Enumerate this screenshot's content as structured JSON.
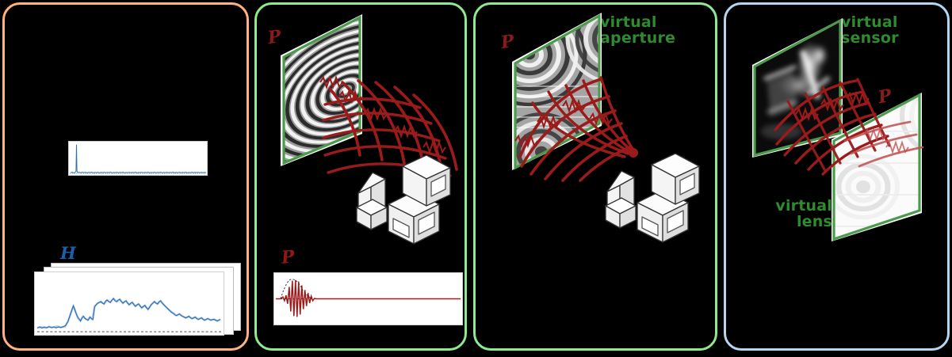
{
  "figure": {
    "title": "Phasor-field virtual wave NLOS imaging pipeline",
    "background": "#000000",
    "panel_border_colors": {
      "panel_1": "#FFB27F",
      "panel_2": "#8FE98F",
      "panel_3": "#8FE98F",
      "panel_4": "#B4D6F2"
    },
    "accent_colors": {
      "impulse_blue": "#1A5FA8",
      "phasor_red": "#8B1A1A",
      "virtual_green": "#2E8B2E",
      "plane_border_green": "#4C9A4C",
      "scene_gray": "#E8E8E8"
    }
  },
  "panel_1": {
    "name": "captured-transients",
    "impulse_label": "",
    "impulse_plot": {
      "caption": "",
      "spike_position_frac": 0.055,
      "spike_height_frac": 0.86,
      "baseline_noise": true
    },
    "stack_label": "H",
    "stack_label_meaning": "measured impulse response transients",
    "stack_count": 3,
    "histogram_caption": ""
  },
  "panel_2": {
    "name": "phasor-field-illumination",
    "plane_label": "P",
    "plane_label_meaning": "phasor field at the relay wall",
    "plane_pattern": "concentric-elliptical-fresnel-fringes",
    "waveform_label": "P",
    "waveform_caption": "",
    "waveform_type": "gabor-wavelet-packet",
    "scene_objects": [
      "chair",
      "shelf"
    ],
    "wave_direction": "diverging"
  },
  "panel_3": {
    "name": "virtual-aperture-focusing",
    "plane_label": "P",
    "annotation": "virtual\naperture",
    "annotation_line_1": "virtual",
    "annotation_line_2": "aperture",
    "plane_pattern": "multi-source-interference-fringes",
    "scene_objects": [
      "chair",
      "shelf"
    ],
    "wave_direction": "converging-to-focus"
  },
  "panel_4": {
    "name": "virtual-lens-imaging",
    "sensor_annotation": "virtual\nsensor",
    "sensor_line_1": "virtual",
    "sensor_line_2": "sensor",
    "lens_annotation": "virtual\nlens",
    "lens_line_1": "virtual",
    "lens_line_2": "lens",
    "phasor_label": "P",
    "sensor_content": "reconstructed-scene-image",
    "lens_content": "faint-fresnel-fringes"
  },
  "chart_data": [
    {
      "type": "line",
      "name": "impulse-response-spike",
      "panel": "panel_1",
      "title": "",
      "xlabel": "",
      "ylabel": "",
      "x": [
        0,
        0.02,
        0.04,
        0.05,
        0.055,
        0.06,
        0.07,
        0.09,
        0.12,
        0.2,
        0.3,
        0.4,
        0.5,
        0.6,
        0.7,
        0.8,
        0.9,
        1.0
      ],
      "values": [
        0.02,
        0.02,
        0.03,
        0.35,
        0.86,
        0.3,
        0.05,
        0.03,
        0.02,
        0.02,
        0.02,
        0.03,
        0.02,
        0.02,
        0.03,
        0.02,
        0.02,
        0.02
      ],
      "ylim": [
        0,
        1
      ],
      "grid": false,
      "color": "#1A5FA8"
    },
    {
      "type": "line",
      "name": "measured-transient-H",
      "panel": "panel_1",
      "title": "H",
      "xlabel": "",
      "ylabel": "",
      "x": [
        0,
        0.03,
        0.06,
        0.09,
        0.12,
        0.15,
        0.18,
        0.21,
        0.24,
        0.27,
        0.3,
        0.33,
        0.36,
        0.39,
        0.42,
        0.45,
        0.48,
        0.51,
        0.54,
        0.57,
        0.6,
        0.63,
        0.66,
        0.69,
        0.72,
        0.75,
        0.78,
        0.81,
        0.84,
        0.87,
        0.9,
        0.93,
        0.96,
        1.0
      ],
      "values": [
        0.07,
        0.07,
        0.08,
        0.07,
        0.09,
        0.1,
        0.32,
        0.5,
        0.3,
        0.26,
        0.33,
        0.27,
        0.55,
        0.62,
        0.58,
        0.65,
        0.6,
        0.57,
        0.52,
        0.46,
        0.43,
        0.48,
        0.56,
        0.5,
        0.42,
        0.36,
        0.3,
        0.27,
        0.25,
        0.23,
        0.22,
        0.21,
        0.22,
        0.2
      ],
      "ylim": [
        0,
        1
      ],
      "grid": false,
      "color": "#1A5FA8",
      "noise": true,
      "zero_line": "dashed"
    },
    {
      "type": "line",
      "name": "phasor-field-wavelet",
      "panel": "panel_2",
      "title": "P",
      "xlabel": "",
      "ylabel": "",
      "x": [
        0,
        0.02,
        0.04,
        0.06,
        0.08,
        0.1,
        0.12,
        0.14,
        0.16,
        0.18,
        0.2,
        0.3,
        0.5,
        0.7,
        1.0
      ],
      "values": [
        0,
        0.05,
        -0.35,
        0.7,
        -0.95,
        0.98,
        -0.8,
        0.55,
        -0.3,
        0.12,
        0.02,
        0,
        0,
        0,
        0
      ],
      "ylim": [
        -1,
        1
      ],
      "grid": false,
      "color": "#8B1A1A",
      "envelope": "gaussian-dashed"
    }
  ]
}
